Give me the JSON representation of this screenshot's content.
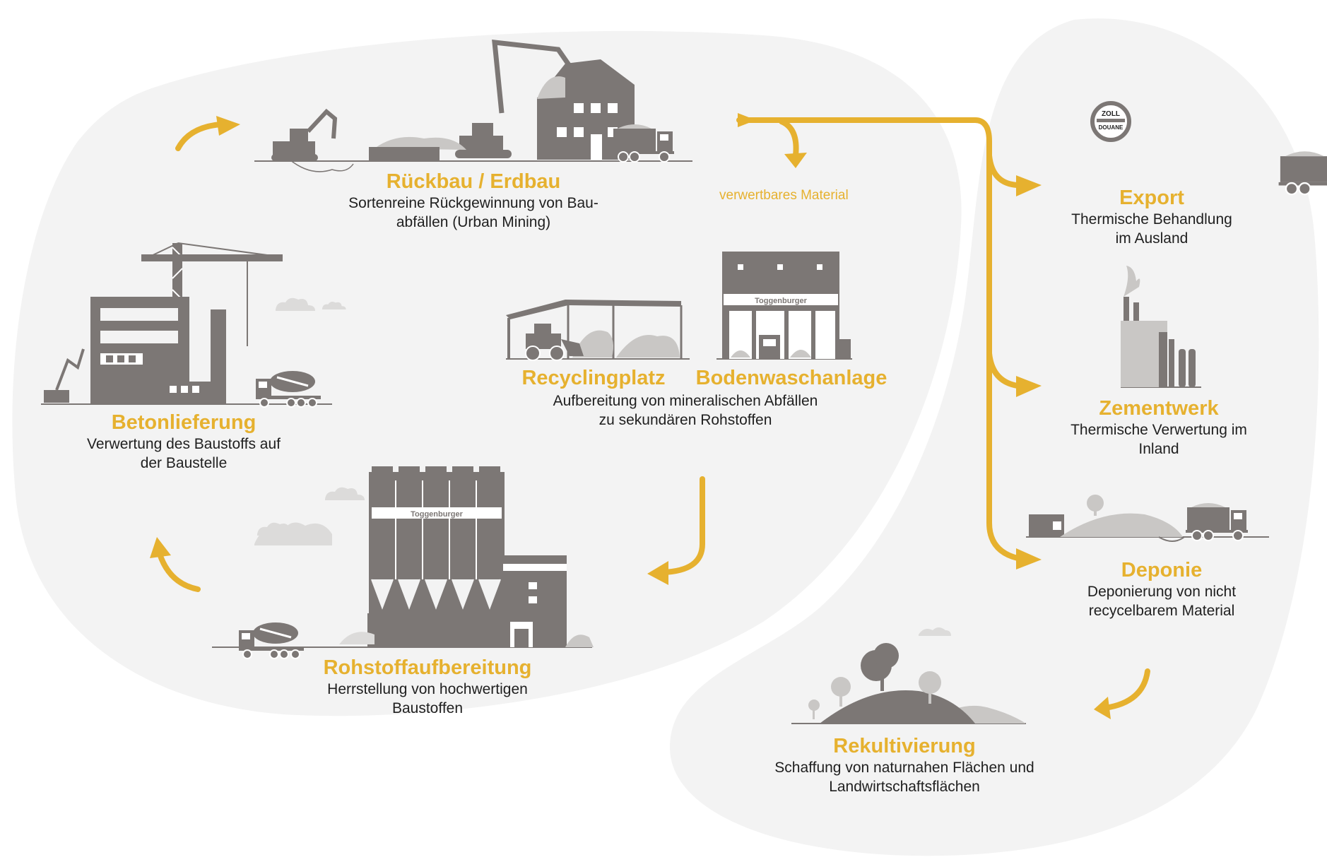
{
  "colors": {
    "accent": "#e6b12f",
    "illustration": "#7c7775",
    "illustration_light": "#c9c7c5",
    "blob": "#f3f3f3",
    "text": "#1f1f1f"
  },
  "truck_signs": {
    "toggenburger": "Toggenburger",
    "zoll": "ZOLL",
    "douane": "DOUANE"
  },
  "flow_label": "verwertbares Material",
  "stations": [
    {
      "id": "rueckbau",
      "title": "Rückbau / Erdbau",
      "lines": [
        "Sortenreine Rückgewinnung von Bau-",
        "abfällen (Urban Mining)"
      ],
      "icon": "demolition-site-icon"
    },
    {
      "id": "recycling",
      "title": "Recyclingplatz",
      "lines": [],
      "icon": "recycling-yard-icon"
    },
    {
      "id": "bodenwasch",
      "title": "Bodenwaschanlage",
      "lines": [],
      "icon": "soil-washing-plant-icon"
    },
    {
      "id": "recycling_desc",
      "title": "",
      "lines": [
        "Aufbereitung von mineralischen Abfällen",
        "zu sekundären Rohstoffen"
      ],
      "icon": ""
    },
    {
      "id": "beton",
      "title": "Betonlieferung",
      "lines": [
        "Verwertung des Baustoffs auf",
        "der Baustelle"
      ],
      "icon": "construction-site-icon"
    },
    {
      "id": "rohstoff",
      "title": "Rohstoffaufbereitung",
      "lines": [
        "Herrstellung von hochwertigen",
        "Baustoffen"
      ],
      "icon": "concrete-plant-icon"
    },
    {
      "id": "export",
      "title": "Export",
      "lines": [
        "Thermische Behandlung",
        "im Ausland"
      ],
      "icon": "customs-truck-icon"
    },
    {
      "id": "zement",
      "title": "Zementwerk",
      "lines": [
        "Thermische Verwertung im",
        "Inland"
      ],
      "icon": "cement-plant-icon"
    },
    {
      "id": "deponie",
      "title": "Deponie",
      "lines": [
        "Deponierung von nicht",
        "recycelbarem Material"
      ],
      "icon": "landfill-icon"
    },
    {
      "id": "rekult",
      "title": "Rekultivierung",
      "lines": [
        "Schaffung von naturnahen Flächen und",
        "Landwirtschaftsflächen"
      ],
      "icon": "recultivation-hills-icon"
    }
  ]
}
